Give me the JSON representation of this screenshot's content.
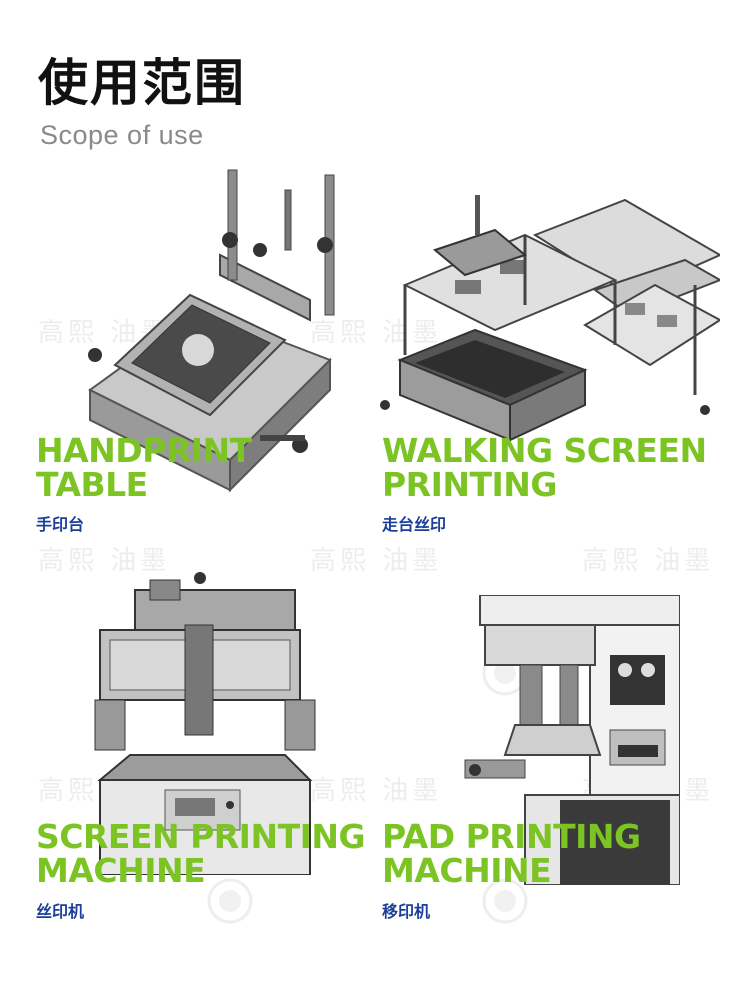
{
  "header": {
    "title_cn": "使用范围",
    "title_en": "Scope of use"
  },
  "watermark": {
    "text": "高熙 油墨"
  },
  "products": [
    {
      "name_en": "HANDPRINT\nTABLE",
      "name_cn": "手印台"
    },
    {
      "name_en": "WALKING SCREEN\nPRINTING",
      "name_cn": "走台丝印"
    },
    {
      "name_en": "SCREEN PRINTING\nMACHINE",
      "name_cn": "丝印机"
    },
    {
      "name_en": "PAD PRINTING\nMACHINE",
      "name_cn": "移印机"
    }
  ],
  "colors": {
    "accent_green": "#7cc423",
    "label_blue": "#1d3f9a",
    "title": "#111111",
    "subtitle": "#8a8a8a"
  }
}
